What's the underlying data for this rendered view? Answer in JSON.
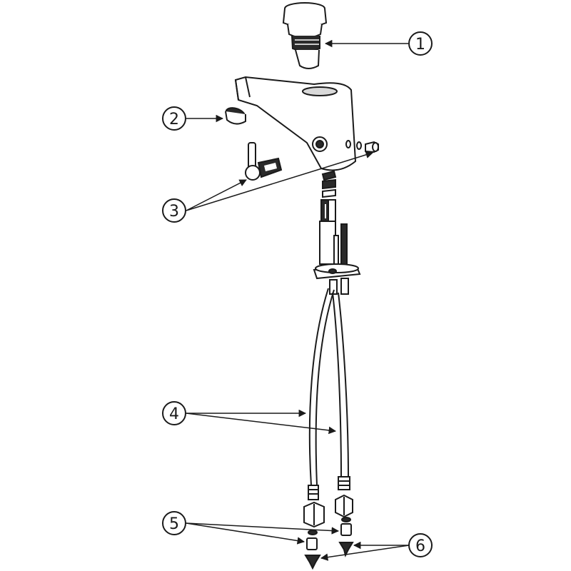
{
  "callouts": [
    {
      "number": "1"
    },
    {
      "number": "2"
    },
    {
      "number": "3"
    },
    {
      "number": "4"
    },
    {
      "number": "5"
    },
    {
      "number": "6"
    }
  ],
  "colors": {
    "line": "#1a1a1a",
    "fill": "#ffffff",
    "dark": "#2a2a2a",
    "gray": "#9a9a9a",
    "shade": "#d9d9d9"
  }
}
